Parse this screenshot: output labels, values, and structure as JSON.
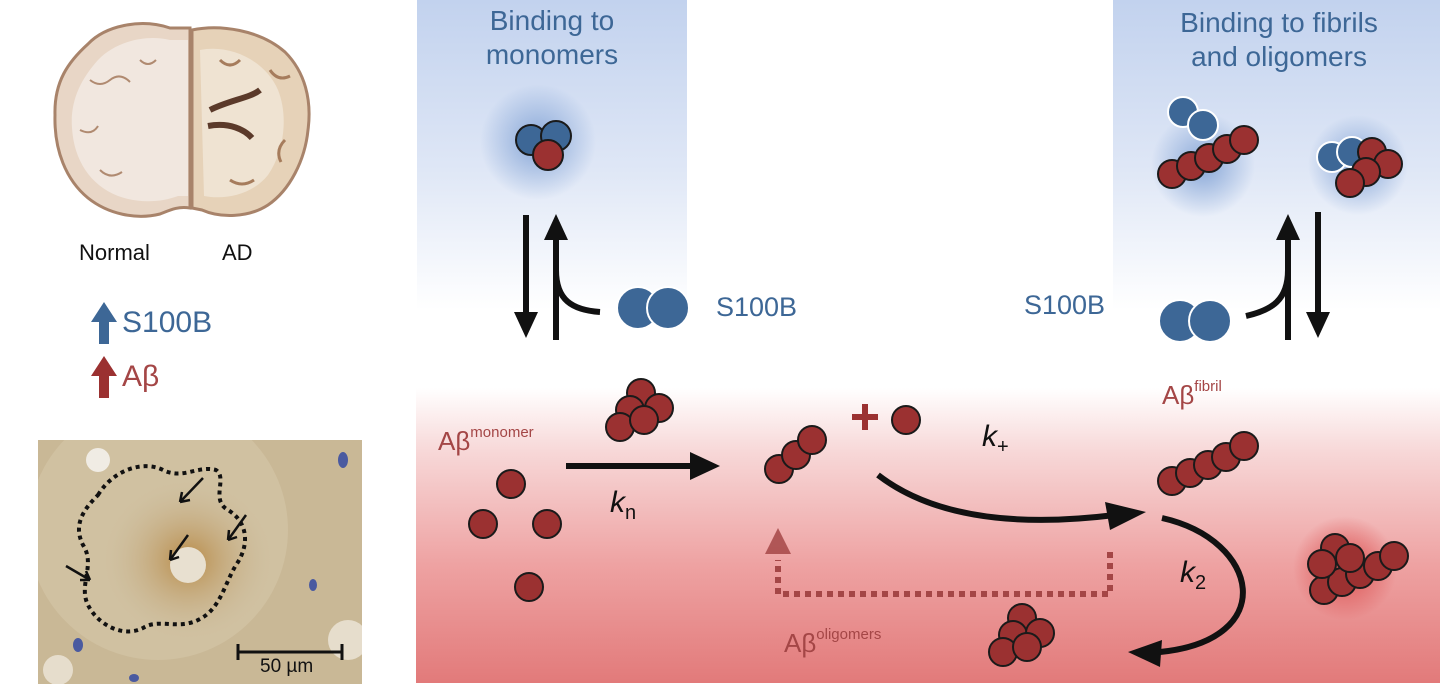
{
  "panels": {
    "monomer_title": [
      "Binding to",
      "monomers"
    ],
    "fibril_title": [
      "Binding to fibrils",
      "and oligomers"
    ]
  },
  "labels": {
    "s100b_left": "S100B",
    "s100b_right": "S100B",
    "abeta_monomer": "Aβ",
    "abeta_monomer_sup": "monomer",
    "abeta_fibril": "Aβ",
    "abeta_fibril_sup": "fibril",
    "abeta_oligomers": "Aβ",
    "abeta_oligomers_sup": "oligomers",
    "kn": "k",
    "kn_sub": "n",
    "kplus": "k",
    "kplus_sup": "+",
    "k2": "k",
    "k2_sub": "2",
    "plus_sign": "+"
  },
  "left_panel": {
    "normal": "Normal",
    "ad": "AD",
    "legend_s100b": "S100B",
    "legend_abeta": "Aβ",
    "scale_bar": "50 µm"
  },
  "colors": {
    "s100b": "#3d6796",
    "abeta": "#9b3131",
    "blue_band": "#c4d3ee",
    "red_band": "#e58585"
  }
}
